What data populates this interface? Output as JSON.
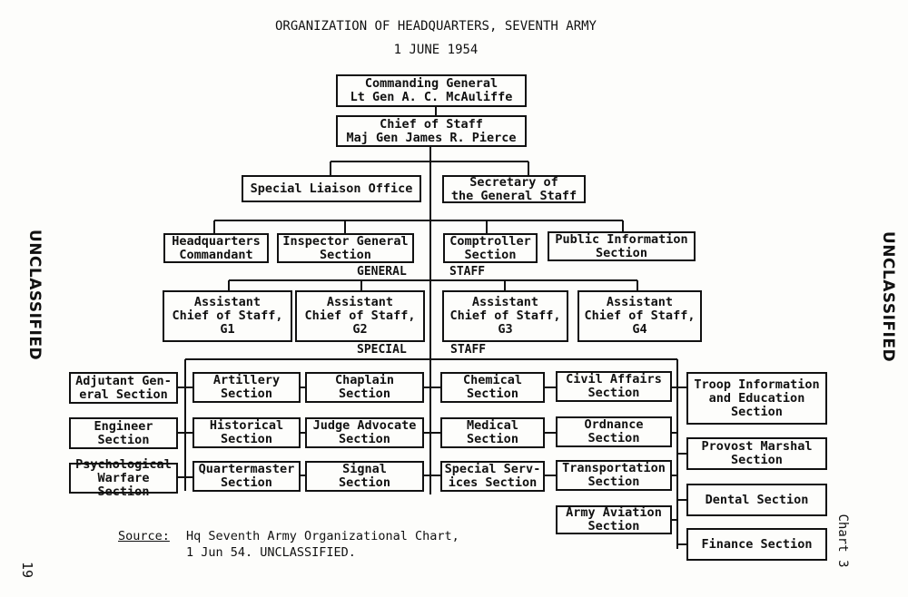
{
  "header": {
    "title": "ORGANIZATION OF HEADQUARTERS, SEVENTH ARMY",
    "date": "1 JUNE 1954"
  },
  "command": {
    "cg": "Commanding General\nLt Gen A. C. McAuliffe",
    "cos": "Chief of Staff\nMaj Gen James R. Pierce"
  },
  "staff_offices": {
    "sl": "Special Liaison Office",
    "sgs": "Secretary of\nthe General Staff"
  },
  "personal_staff": {
    "hqc": "Headquarters\nCommandant",
    "ig": "Inspector General\nSection",
    "comp": "Comptroller\nSection",
    "pio": "Public Information\nSection"
  },
  "general_staff": {
    "label_left": "GENERAL",
    "label_right": "STAFF",
    "g1": "Assistant\nChief of Staff,\nG1",
    "g2": "Assistant\nChief of Staff,\nG2",
    "g3": "Assistant\nChief of Staff,\nG3",
    "g4": "Assistant\nChief of Staff,\nG4"
  },
  "special_staff": {
    "label_left": "SPECIAL",
    "label_right": "STAFF",
    "agen": "Adjutant Gen-\neral Section",
    "eng": "Engineer\nSection",
    "psy": "Psychological\nWarfare Section",
    "art": "Artillery\nSection",
    "hist": "Historical\nSection",
    "qm": "Quartermaster\nSection",
    "chap": "Chaplain\nSection",
    "ja": "Judge Advocate\nSection",
    "sig": "Signal\nSection",
    "chem": "Chemical\nSection",
    "med": "Medical\nSection",
    "ss": "Special Serv-\nices Section",
    "ca": "Civil Affairs\nSection",
    "ord": "Ordnance\nSection",
    "trans": "Transportation\nSection",
    "av": "Army Aviation\nSection",
    "ti": "Troop Information\nand Education\nSection",
    "pm": "Provost Marshal\nSection",
    "dent": "Dental Section",
    "fin": "Finance Section"
  },
  "footer": {
    "source_label": "Source:",
    "source_line1": "Hq Seventh Army Organizational Chart,",
    "source_line2": "1 Jun 54.  UNCLASSIFIED.",
    "page_number": "19",
    "chart_label": "Chart 3"
  },
  "marking": "UNCLASSIFIED"
}
